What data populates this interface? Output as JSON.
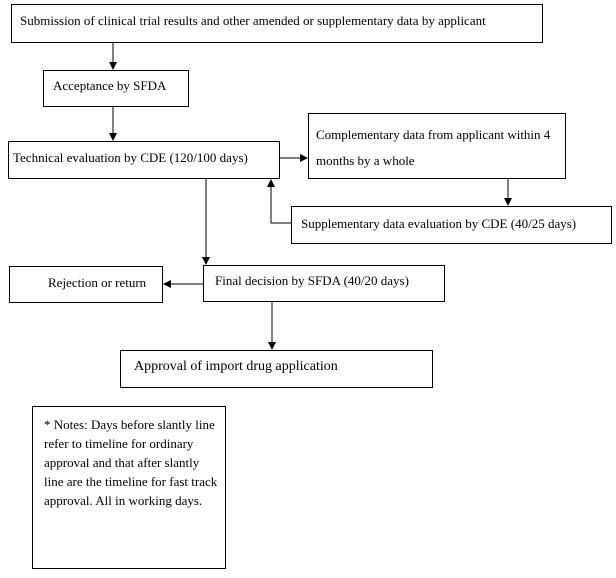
{
  "diagram": {
    "nodes": {
      "submission": "Submission of clinical trial results and other amended or supplementary data by applicant",
      "acceptance": "Acceptance by SFDA",
      "technical": "Technical evaluation by CDE (120/100 days)",
      "complementary": "Complementary data from applicant within 4 months by a whole",
      "supplementary": "Supplementary data evaluation by CDE (40/25 days)",
      "rejection": "Rejection or return",
      "final": "Final decision by SFDA (40/20 days)",
      "approval": "Approval of import drug application",
      "notes": "* Notes:   Days before slantly line refer to timeline for ordinary approval and that after slantly line are the timeline for fast track approval. All in working days."
    },
    "edges": [
      {
        "from": "submission",
        "to": "acceptance"
      },
      {
        "from": "acceptance",
        "to": "technical"
      },
      {
        "from": "technical",
        "to": "complementary"
      },
      {
        "from": "complementary",
        "to": "supplementary"
      },
      {
        "from": "supplementary",
        "to": "technical"
      },
      {
        "from": "technical",
        "to": "final"
      },
      {
        "from": "final",
        "to": "rejection"
      },
      {
        "from": "final",
        "to": "approval"
      }
    ]
  }
}
